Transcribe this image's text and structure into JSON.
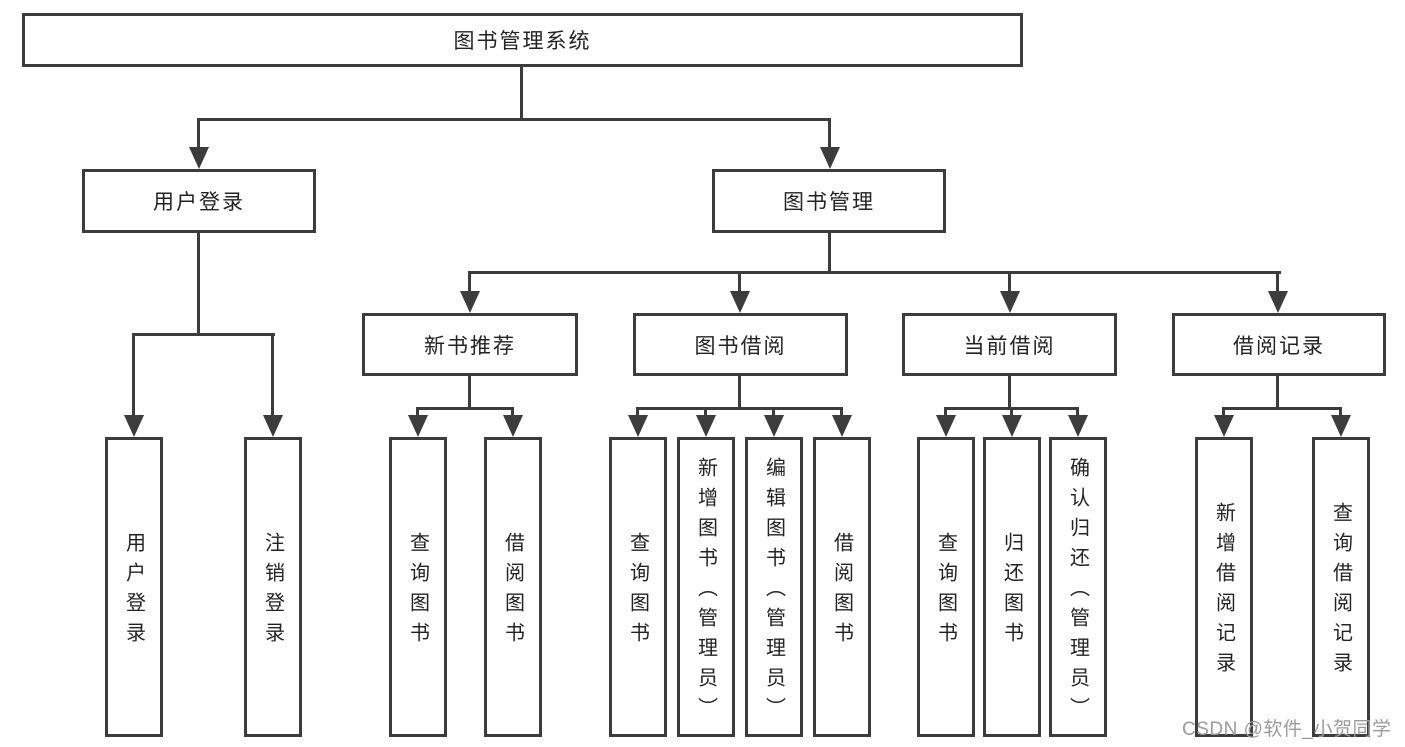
{
  "nodes": {
    "root": {
      "label": "图书管理系统"
    },
    "userLogin": {
      "label": "用户登录"
    },
    "bookMgmt": {
      "label": "图书管理"
    },
    "newBookRec": {
      "label": "新书推荐"
    },
    "bookBorrow": {
      "label": "图书借阅"
    },
    "currentBorrow": {
      "label": "当前借阅"
    },
    "borrowRecord": {
      "label": "借阅记录"
    },
    "leafUserLogin": {
      "label": "用户登录"
    },
    "leafLogout": {
      "label": "注销登录"
    },
    "leafRecQueryBook": {
      "label": "查询图书"
    },
    "leafRecBorrowBook": {
      "label": "借阅图书"
    },
    "leafBorQueryBook": {
      "label": "查询图书"
    },
    "leafBorAddBook": {
      "label": "新增图书（管理员）"
    },
    "leafBorEditBook": {
      "label": "编辑图书（管理员）"
    },
    "leafBorBorrowBook": {
      "label": "借阅图书"
    },
    "leafCurQueryBook": {
      "label": "查询图书"
    },
    "leafCurReturnBook": {
      "label": "归还图书"
    },
    "leafCurConfirmReturn": {
      "label": "确认归还（管理员）"
    },
    "leafRecordAdd": {
      "label": "新增借阅记录"
    },
    "leafRecordQuery": {
      "label": "查询借阅记录"
    }
  },
  "watermark": {
    "text": "CSDN @软件_小贺同学"
  },
  "colors": {
    "line": "#3c3c3c",
    "text": "#232323",
    "watermark_text": "#9b9b9b",
    "background": "#ffffff"
  }
}
